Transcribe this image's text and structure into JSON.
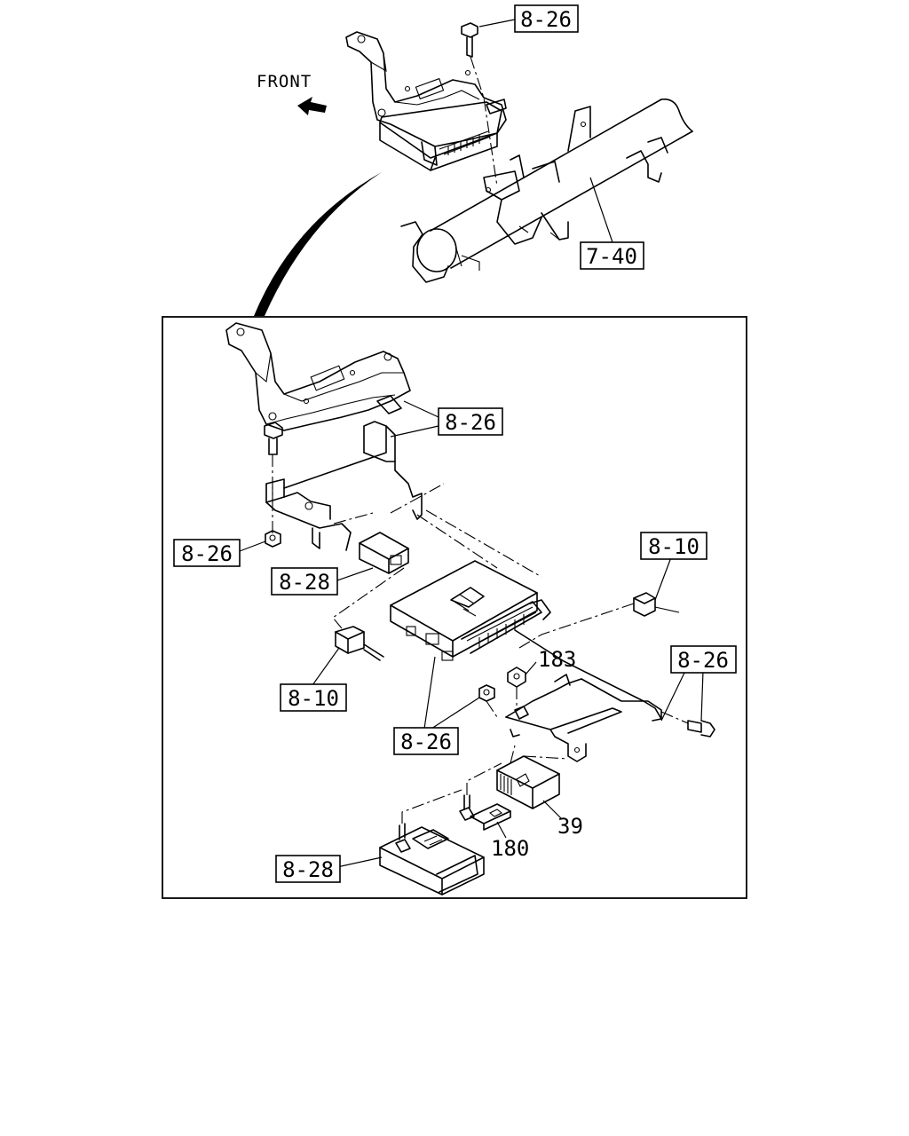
{
  "front_label": "FRONT",
  "callouts": {
    "top_bolt": "8-26",
    "crossmember": "7-40",
    "bracket": "8-26",
    "left_nut": "8-26",
    "upper_relay": "8-28",
    "right_connector": "8-10",
    "left_connector": "8-10",
    "right_bolt": "8-26",
    "lower_nuts": "8-26",
    "lower_module": "8-28"
  },
  "part_numbers": {
    "nut": "183",
    "relay": "39",
    "clip": "180"
  }
}
